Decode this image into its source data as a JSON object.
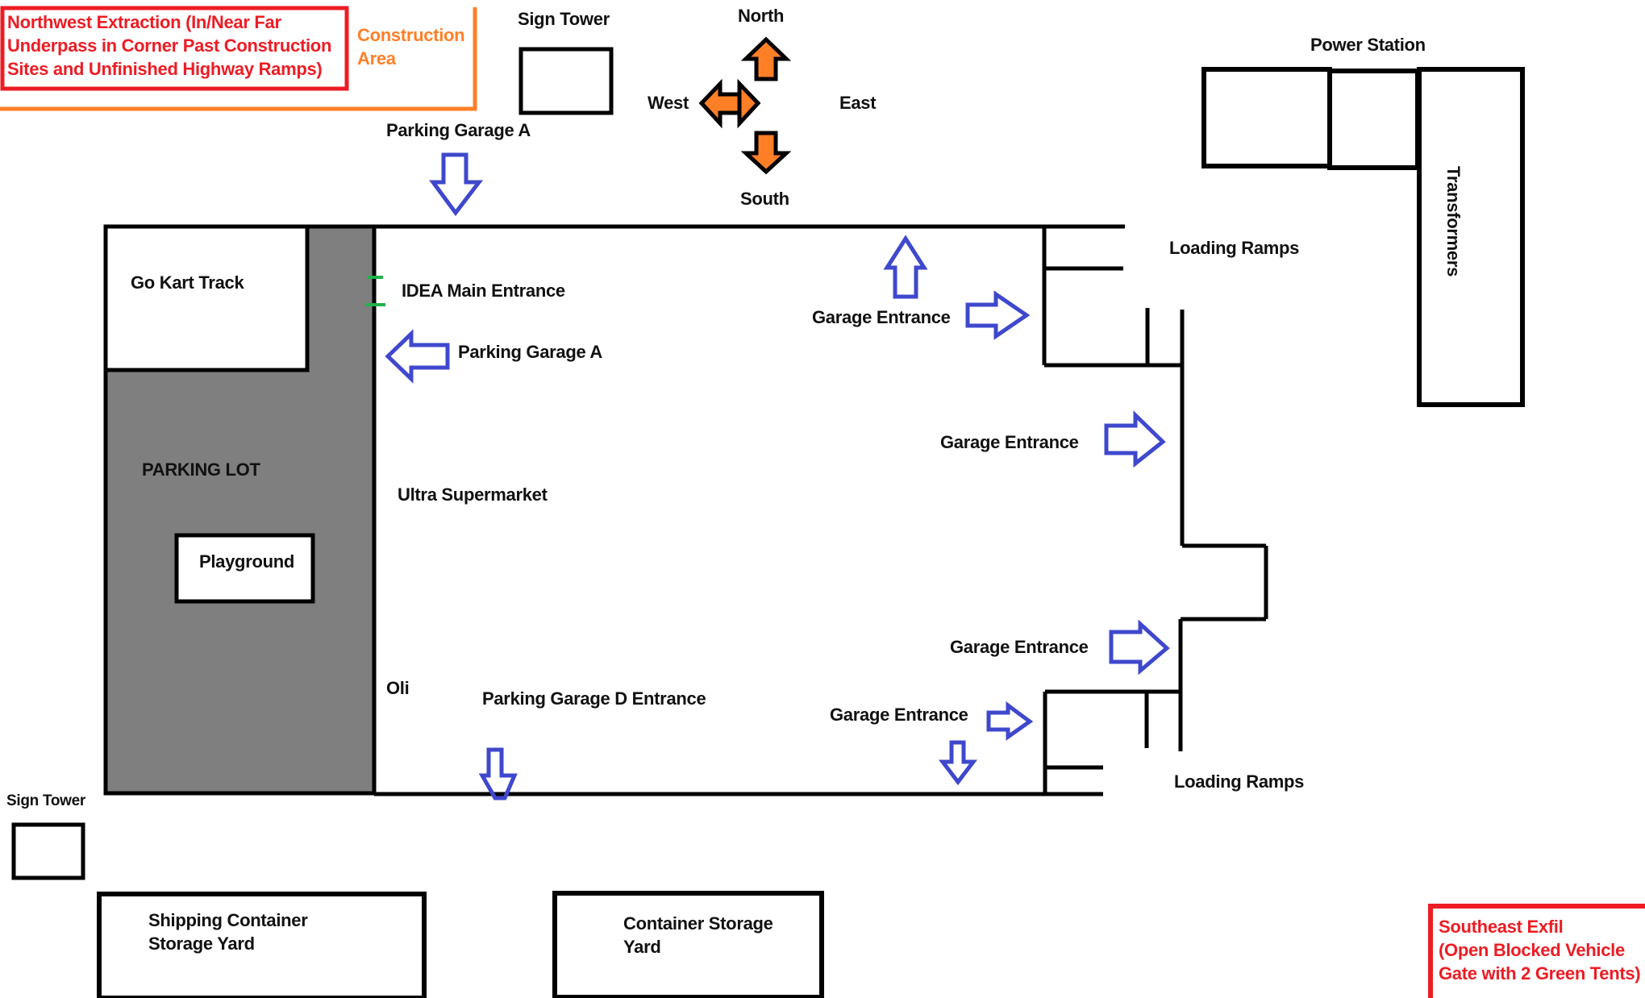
{
  "map": {
    "title": "Ultra Supermarket area map",
    "colors": {
      "wall": "#000000",
      "parking_lot_fill": "#7f7f7f",
      "entrance_arrow": "#3f48cc",
      "compass_arrow_fill": "#ff7f27",
      "extraction_label": "#ed1c24",
      "construction_area": "#ff7f27",
      "main_entrance_marker": "#22b14c"
    },
    "compass": {
      "north": "North",
      "south": "South",
      "east": "East",
      "west": "West"
    },
    "extractions": {
      "northwest": "Northwest Extraction (In/Near Far\nUnderpass in Corner Past Construction\nSites and Unfinished Highway Ramps)",
      "southeast": "Southeast Exfil\n(Open Blocked Vehicle\nGate with 2 Green Tents)"
    },
    "areas": {
      "construction_area": "Construction\n Area",
      "sign_tower_north": "Sign Tower",
      "sign_tower_south": "Sign Tower",
      "power_station": "Power Station",
      "transformers": "Transformers",
      "go_kart_track": "Go Kart Track",
      "parking_lot": "PARKING LOT",
      "playground": "Playground",
      "supermarket": "Ultra Supermarket",
      "idea_main_entrance": "IDEA Main Entrance",
      "oli": "Oli",
      "loading_ramps_north": "Loading Ramps",
      "loading_ramps_south": "Loading Ramps",
      "shipping_container_yard": "Shipping Container\nStorage Yard",
      "container_storage_yard": "Container Storage\nYard"
    },
    "entrances": {
      "parking_garage_a_top": "Parking Garage A",
      "parking_garage_a_west": "Parking Garage A",
      "parking_garage_d": "Parking Garage D Entrance",
      "garage_entrance_ne": "Garage Entrance",
      "garage_entrance_e1": "Garage Entrance",
      "garage_entrance_e2": "Garage Entrance",
      "garage_entrance_se": "Garage Entrance"
    }
  }
}
